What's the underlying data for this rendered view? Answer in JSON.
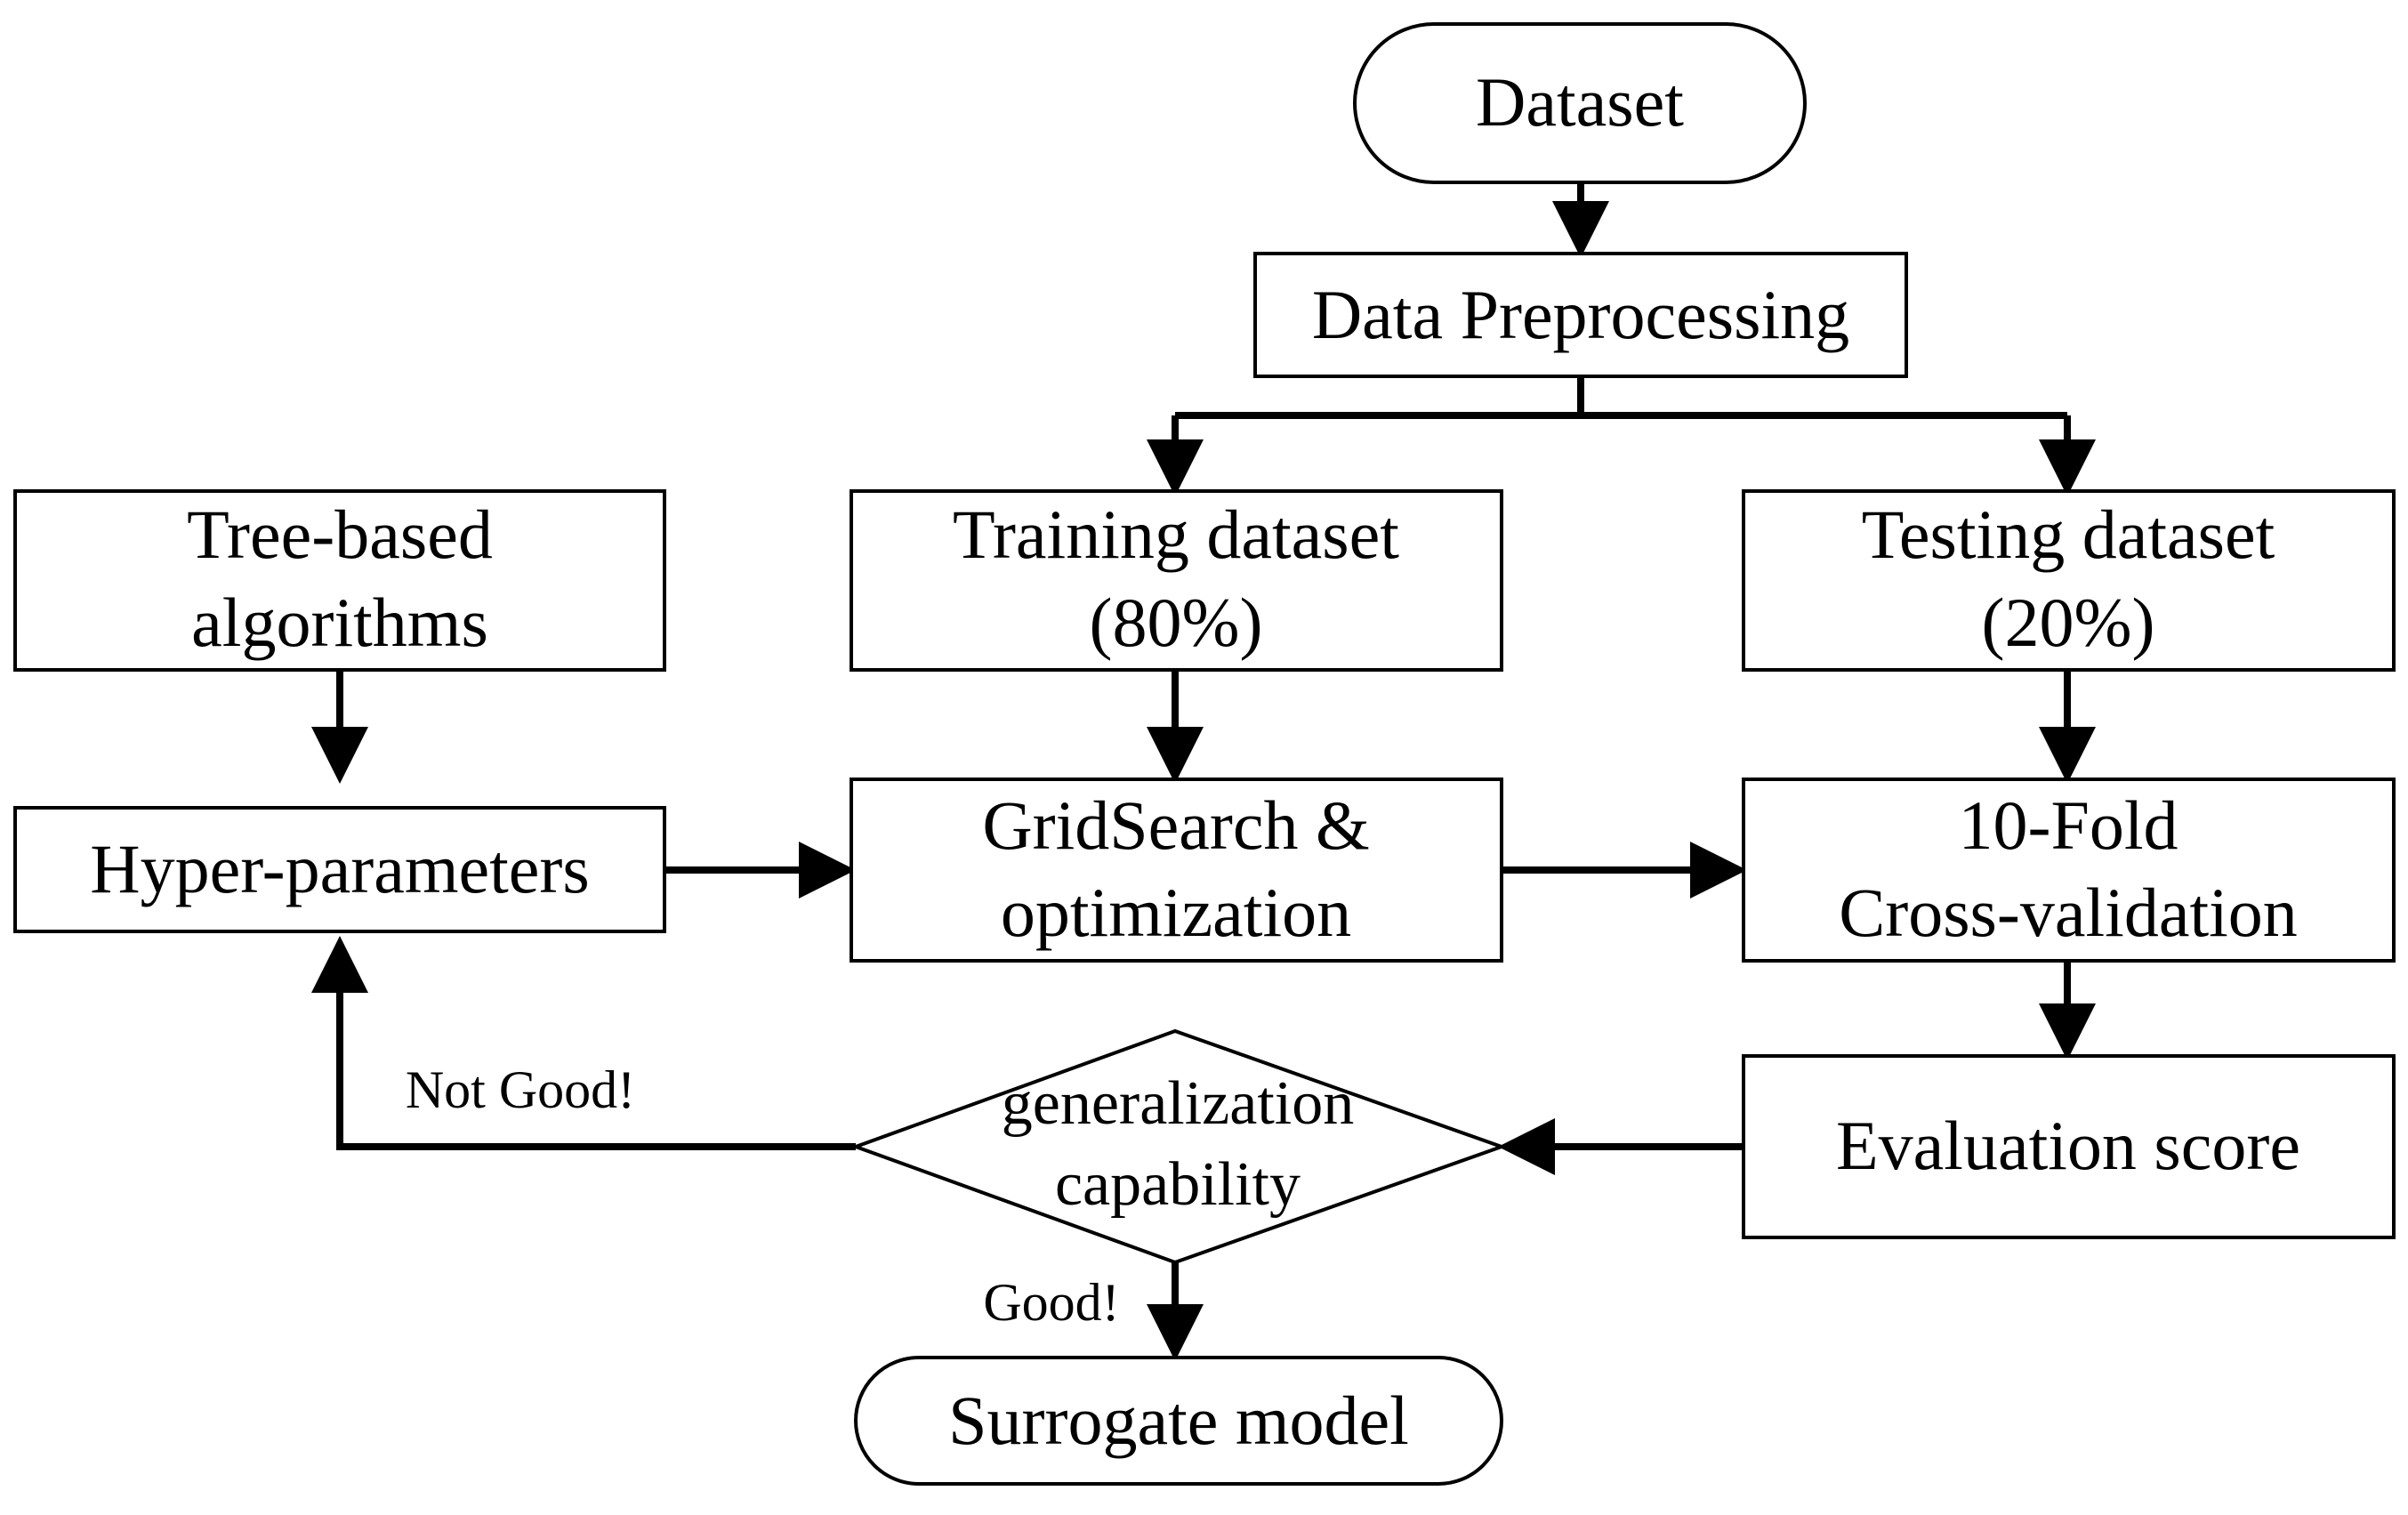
{
  "flowchart": {
    "nodes": {
      "dataset": {
        "shape": "terminal",
        "lines": [
          "Dataset"
        ]
      },
      "preprocessing": {
        "shape": "process",
        "lines": [
          "Data Preprocessing"
        ]
      },
      "training": {
        "shape": "process",
        "lines": [
          "Training dataset",
          "(80%)"
        ]
      },
      "testing": {
        "shape": "process",
        "lines": [
          "Testing dataset",
          "(20%)"
        ]
      },
      "tree_based": {
        "shape": "process",
        "lines": [
          "Tree-based",
          "algorithms"
        ]
      },
      "hyperparams": {
        "shape": "process",
        "lines": [
          "Hyper-parameters"
        ]
      },
      "gridsearch": {
        "shape": "process",
        "lines": [
          "GridSearch &",
          "optimization"
        ]
      },
      "crossval": {
        "shape": "process",
        "lines": [
          "10-Fold",
          "Cross-validation"
        ]
      },
      "evaluation": {
        "shape": "process",
        "lines": [
          "Evaluation score"
        ]
      },
      "generalization": {
        "shape": "decision",
        "lines": [
          "generalization",
          "capability"
        ]
      },
      "surrogate": {
        "shape": "terminal",
        "lines": [
          "Surrogate model"
        ]
      }
    },
    "conditions": {
      "not_good": "Not Good!",
      "good": "Good!"
    },
    "edges": [
      {
        "from": "dataset",
        "to": "preprocessing"
      },
      {
        "from": "preprocessing",
        "to": "training"
      },
      {
        "from": "preprocessing",
        "to": "testing"
      },
      {
        "from": "tree_based",
        "to": "hyperparams"
      },
      {
        "from": "training",
        "to": "gridsearch"
      },
      {
        "from": "testing",
        "to": "crossval"
      },
      {
        "from": "hyperparams",
        "to": "gridsearch"
      },
      {
        "from": "gridsearch",
        "to": "crossval"
      },
      {
        "from": "crossval",
        "to": "evaluation"
      },
      {
        "from": "evaluation",
        "to": "generalization"
      },
      {
        "from": "generalization",
        "to": "hyperparams",
        "label": "Not Good!"
      },
      {
        "from": "generalization",
        "to": "surrogate",
        "label": "Good!"
      }
    ],
    "colors": {
      "line": "#000000",
      "condition_label": "#5b9bd5",
      "background": "#ffffff"
    }
  }
}
